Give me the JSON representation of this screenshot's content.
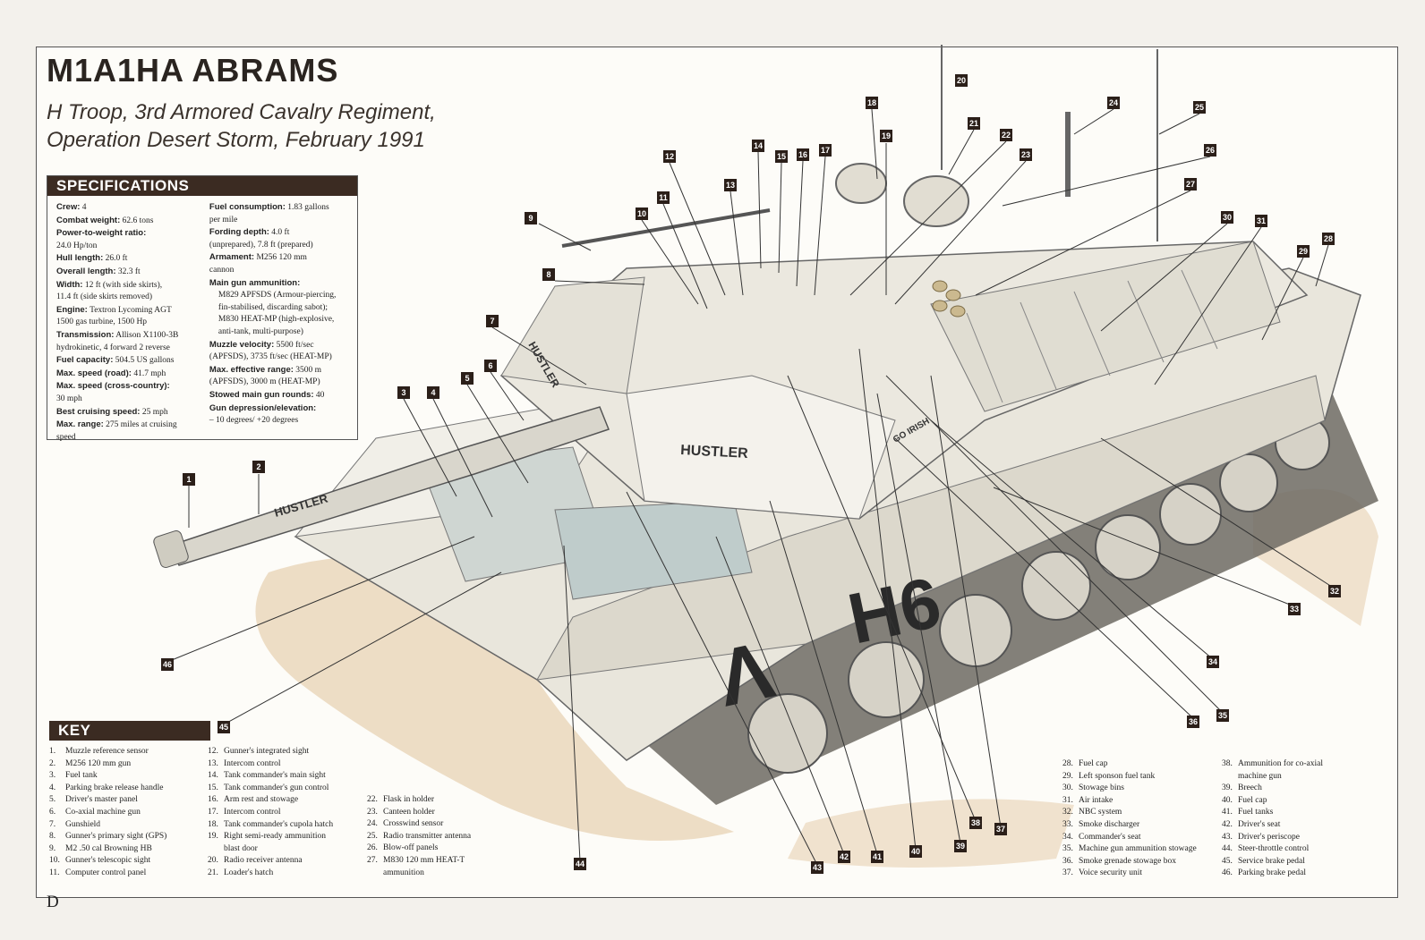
{
  "title": "M1A1HA ABRAMS",
  "subtitle_line1": "H Troop, 3rd Armored Cavalry Regiment,",
  "subtitle_line2": "Operation Desert Storm, February 1991",
  "specifications": {
    "heading": "SPECIFICATIONS",
    "left": [
      {
        "label": "Crew:",
        "value": "4"
      },
      {
        "label": "Combat weight:",
        "value": "62.6 tons"
      },
      {
        "label": "Power-to-weight ratio:",
        "value": ""
      },
      {
        "label": "",
        "value": "24.0 Hp/ton"
      },
      {
        "label": "Hull length:",
        "value": "26.0 ft"
      },
      {
        "label": "Overall length:",
        "value": "32.3 ft"
      },
      {
        "label": "Width:",
        "value": "12 ft (with side skirts),"
      },
      {
        "label": "",
        "value": "11.4 ft (side skirts removed)"
      },
      {
        "label": "Engine:",
        "value": "Textron Lycoming AGT"
      },
      {
        "label": "",
        "value": "1500 gas turbine, 1500 Hp"
      },
      {
        "label": "Transmission:",
        "value": "Allison X1100-3B"
      },
      {
        "label": "",
        "value": "hydrokinetic, 4 forward 2 reverse"
      },
      {
        "label": "Fuel capacity:",
        "value": "504.5 US gallons"
      },
      {
        "label": "Max. speed (road):",
        "value": "41.7 mph"
      },
      {
        "label": "Max. speed (cross-country):",
        "value": ""
      },
      {
        "label": "",
        "value": "30 mph"
      },
      {
        "label": "Best cruising speed:",
        "value": "25 mph"
      },
      {
        "label": "Max. range:",
        "value": "275 miles at cruising"
      },
      {
        "label": "",
        "value": "speed"
      }
    ],
    "right": [
      {
        "label": "Fuel consumption:",
        "value": "1.83 gallons",
        "indent": false
      },
      {
        "label": "",
        "value": "per mile",
        "indent": false
      },
      {
        "label": "Fording depth:",
        "value": "4.0 ft",
        "indent": false
      },
      {
        "label": "",
        "value": "(unprepared), 7.8 ft (prepared)",
        "indent": false
      },
      {
        "label": "Armament:",
        "value": "M256 120 mm",
        "indent": false
      },
      {
        "label": "",
        "value": "cannon",
        "indent": false
      },
      {
        "label": "Main gun ammunition:",
        "value": "",
        "indent": false
      },
      {
        "label": "",
        "value": "M829 APFSDS (Armour-piercing,",
        "indent": true
      },
      {
        "label": "",
        "value": "fin-stabilised, discarding sabot);",
        "indent": true
      },
      {
        "label": "",
        "value": "M830 HEAT-MP (high-explosive,",
        "indent": true
      },
      {
        "label": "",
        "value": "anti-tank, multi-purpose)",
        "indent": true
      },
      {
        "label": "Muzzle velocity:",
        "value": "5500 ft/sec",
        "indent": false
      },
      {
        "label": "",
        "value": "(APFSDS), 3735 ft/sec (HEAT-MP)",
        "indent": false
      },
      {
        "label": "Max. effective range:",
        "value": "3500 m",
        "indent": false
      },
      {
        "label": "",
        "value": "(APFSDS), 3000 m (HEAT-MP)",
        "indent": false
      },
      {
        "label": "Stowed main gun rounds:",
        "value": "40",
        "indent": false
      },
      {
        "label": "Gun depression/elevation:",
        "value": "",
        "indent": false
      },
      {
        "label": "",
        "value": "– 10 degrees/ +20 degrees",
        "indent": false
      }
    ]
  },
  "key": {
    "heading": "KEY",
    "col1": [
      {
        "n": "1.",
        "t": "Muzzle reference sensor"
      },
      {
        "n": "2.",
        "t": "M256 120 mm gun"
      },
      {
        "n": "3.",
        "t": "Fuel tank"
      },
      {
        "n": "4.",
        "t": "Parking brake release handle"
      },
      {
        "n": "5.",
        "t": "Driver's master panel"
      },
      {
        "n": "6.",
        "t": "Co-axial machine gun"
      },
      {
        "n": "7.",
        "t": "Gunshield"
      },
      {
        "n": "8.",
        "t": "Gunner's primary sight (GPS)"
      },
      {
        "n": "9.",
        "t": "M2 .50 cal Browning HB"
      },
      {
        "n": "10.",
        "t": "Gunner's telescopic sight"
      },
      {
        "n": "11.",
        "t": "Computer control panel"
      }
    ],
    "col2": [
      {
        "n": "12.",
        "t": "Gunner's integrated sight"
      },
      {
        "n": "13.",
        "t": "Intercom control"
      },
      {
        "n": "14.",
        "t": "Tank commander's main sight"
      },
      {
        "n": "15.",
        "t": "Tank commander's gun control"
      },
      {
        "n": "16.",
        "t": "Arm rest and stowage"
      },
      {
        "n": "17.",
        "t": "Intercom control"
      },
      {
        "n": "18.",
        "t": "Tank commander's cupola hatch"
      },
      {
        "n": "19.",
        "t": "Right semi-ready ammunition"
      },
      {
        "n": "",
        "t": "blast door"
      },
      {
        "n": "20.",
        "t": "Radio receiver antenna"
      },
      {
        "n": "21.",
        "t": "Loader's hatch"
      }
    ],
    "col3": [
      {
        "n": "22.",
        "t": "Flask in holder"
      },
      {
        "n": "23.",
        "t": "Canteen holder"
      },
      {
        "n": "24.",
        "t": "Crosswind sensor"
      },
      {
        "n": "25.",
        "t": "Radio transmitter antenna"
      },
      {
        "n": "26.",
        "t": "Blow-off panels"
      },
      {
        "n": "27.",
        "t": "M830 120 mm HEAT-T"
      },
      {
        "n": "",
        "t": "ammunition"
      }
    ],
    "col4": [
      {
        "n": "28.",
        "t": "Fuel cap"
      },
      {
        "n": "29.",
        "t": "Left sponson fuel tank"
      },
      {
        "n": "30.",
        "t": "Stowage bins"
      },
      {
        "n": "31.",
        "t": "Air intake"
      },
      {
        "n": "32.",
        "t": "NBC system"
      },
      {
        "n": "33.",
        "t": "Smoke discharger"
      },
      {
        "n": "34.",
        "t": "Commander's seat"
      },
      {
        "n": "35.",
        "t": "Machine gun ammunition stowage"
      },
      {
        "n": "36.",
        "t": "Smoke grenade stowage box"
      },
      {
        "n": "37.",
        "t": "Voice security unit"
      }
    ],
    "col5": [
      {
        "n": "38.",
        "t": "Ammunition for co-axial"
      },
      {
        "n": "",
        "t": "machine gun"
      },
      {
        "n": "39.",
        "t": "Breech"
      },
      {
        "n": "40.",
        "t": "Fuel cap"
      },
      {
        "n": "41.",
        "t": "Fuel tanks"
      },
      {
        "n": "42.",
        "t": "Driver's seat"
      },
      {
        "n": "43.",
        "t": "Driver's periscope"
      },
      {
        "n": "44.",
        "t": "Steer-throttle control"
      },
      {
        "n": "45.",
        "t": "Service brake pedal"
      },
      {
        "n": "46.",
        "t": "Parking brake pedal"
      }
    ]
  },
  "tank_markings": {
    "gun_name": "HUSTLER",
    "turret_name": "HUSTLER",
    "gunshield_name": "HUSTLER",
    "hull_code": "H6",
    "chevron": "Λ",
    "turret_slogan": "GO IRISH"
  },
  "callout_numbers": [
    "1",
    "2",
    "3",
    "4",
    "5",
    "6",
    "7",
    "8",
    "9",
    "10",
    "11",
    "12",
    "13",
    "14",
    "15",
    "16",
    "17",
    "18",
    "19",
    "20",
    "21",
    "22",
    "23",
    "24",
    "25",
    "26",
    "27",
    "28",
    "29",
    "30",
    "31",
    "32",
    "33",
    "34",
    "35",
    "36",
    "37",
    "38",
    "39",
    "40",
    "41",
    "42",
    "43",
    "44",
    "45",
    "46"
  ],
  "page_letter": "D",
  "colors": {
    "header_bg": "#3b2b22",
    "callout_bg": "#2b1f19",
    "tank_body": "#e9e6dc",
    "sand": "#d8b78c"
  }
}
